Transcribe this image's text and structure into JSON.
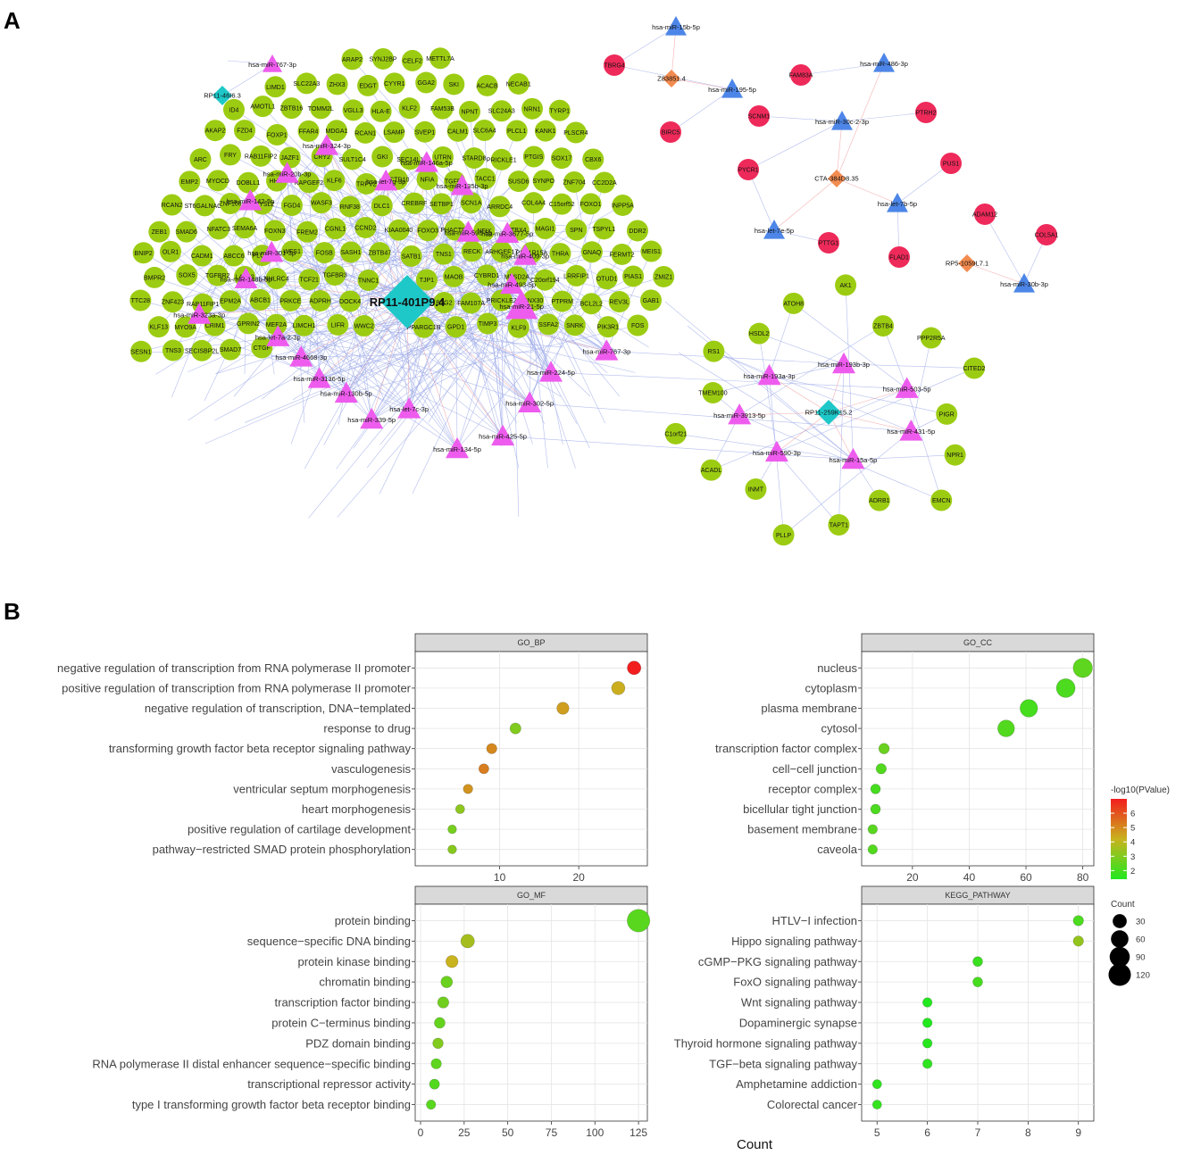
{
  "panel_a_label": "A",
  "panel_b_label": "B",
  "network": {
    "hubs": [
      {
        "id": "RP11-401P9.4",
        "label": "RP11-401P9.4"
      },
      {
        "id": "RP11-259K15.2",
        "label": "RP11-259K15.2"
      },
      {
        "id": "RP11-46I6.3",
        "label": "RP11-46I6.3"
      },
      {
        "id": "Z83851.4",
        "label": "Z83851.4"
      },
      {
        "id": "CTA-384D8.35",
        "label": "CTA-384D8.35"
      },
      {
        "id": "RP5-1059L7.1",
        "label": "RP5-1059L7.1"
      }
    ],
    "mirnas_main": [
      "hsa-miR-767-3p",
      "hsa-miR-224-5p",
      "hsa-miR-302-5p",
      "hsa-miR-425-5p",
      "hsa-miR-134-5p",
      "hsa-let-7c-3p",
      "hsa-miR-339-5p",
      "hsa-miR-130b-5p",
      "hsa-miR-3136-5p",
      "hsa-miR-4668-3p",
      "hsa-let-7a-2-3p",
      "hsa-miR-323a-3p",
      "hsa-miR-148b-5p",
      "hsa-miR-301-3p",
      "hsa-miR-142-5p",
      "hsa-miR-20b-3p",
      "hsa-miR-324-3p",
      "hsa-let-7g-3p",
      "hsa-miR-146a-5p",
      "hsa-miR-135b-3p",
      "hsa-miR-590-5p",
      "hsa-miR-3677-5p",
      "hsa-miR-409-3p",
      "hsa-miR-493-5p",
      "hsa-miR-21-5p"
    ],
    "mirnas_second": [
      "hsa-miR-193b-3p",
      "hsa-miR-503-5p",
      "hsa-miR-431-5p",
      "hsa-miR-15a-5p",
      "hsa-miR-590-3p",
      "hsa-miR-3913-5p",
      "hsa-miR-193a-3p"
    ],
    "mirnas_small": [
      "hsa-miR-15b-5p",
      "hsa-miR-195-5p",
      "hsa-miR-486-3p",
      "hsa-miR-30c-2-3p",
      "hsa-let-7b-5p",
      "hsa-let-7e-5p",
      "hsa-miR-30b-3p"
    ],
    "genes_small": [
      "TBRG4",
      "BIRC5",
      "FAM83A",
      "SCNM1",
      "PTRH2",
      "PUS1",
      "PYCR1",
      "PTTG1",
      "FLAD1",
      "ADAM12",
      "COL5A1"
    ],
    "genes_main": [
      "ARAP2",
      "SYNJ2BP",
      "CELF2",
      "METTL7A",
      "LIMD1",
      "SLC22A3",
      "ZHX3",
      "EDGT",
      "CYYR1",
      "GGA2",
      "SKI",
      "ACACB",
      "NECAB1",
      "ID4",
      "AMOTL1",
      "ZBTB16",
      "TOMM2L",
      "VGLL3",
      "HLA-E",
      "KLF2",
      "FAM53B",
      "NPNT",
      "SLC24A3",
      "NRN1",
      "TYRP1",
      "AKAP2",
      "FZD4",
      "FOXP1",
      "FFAR4",
      "MDGA1",
      "RCAN1",
      "LSAMP",
      "SVEP1",
      "CALM1",
      "SLC6A4",
      "PLCL1",
      "KANK1",
      "PLSCR4",
      "ARC",
      "FRY",
      "RAB11FIP2",
      "JAZF1",
      "CRY2",
      "SULT1C4",
      "GKI",
      "SEC14L1",
      "UTRN",
      "STARD8",
      "PRICKLE1",
      "PTGIS",
      "SOX17",
      "CBX6",
      "EMP2",
      "MYOCD",
      "DOBLL1",
      "HHIP",
      "RAPGEF2",
      "KLF6",
      "TRPV2",
      "KCTD10",
      "NFIA",
      "TGFB2",
      "TACC1",
      "SUSD6",
      "SYNPO",
      "ZNF704",
      "CC2D2A",
      "RCAN2",
      "ST6GALNAC3",
      "ZNF106",
      "DPYSL2",
      "FGD4",
      "WASF3",
      "RNF38",
      "DLC1",
      "CREBRF",
      "SETBP1",
      "SCN1A",
      "ARRDC4",
      "COL4A4",
      "C15orf52",
      "FOXO1",
      "INPP5A",
      "ZEB1",
      "SMAD6",
      "NFATC3",
      "SEMA6A",
      "FOXN3",
      "FREM2",
      "CGNL1",
      "CCND2",
      "KIAA0040",
      "FOXO3",
      "PHACTR2",
      "NFIX",
      "TBX4",
      "MAGI1",
      "SPN",
      "TSPYL1",
      "DDR2",
      "BNIP2",
      "OLR1",
      "CADM1",
      "ABCC6",
      "PLCE1",
      "WFS1",
      "FOSB",
      "SASH1",
      "ZBTB47",
      "SATB1",
      "TNS1",
      "RECK",
      "ARHGEF17",
      "PPP1R15A",
      "THRA",
      "GNAQ",
      "FERMT2",
      "MEIS1",
      "BMPR2",
      "SOX5",
      "TGFBR2",
      "LATS2",
      "NHLRC4",
      "TCF21",
      "TGFBR3",
      "TNNC1",
      "TJP1",
      "MAOB",
      "CYBRD1",
      "MFSD2A",
      "C20orf194",
      "LRRFIP1",
      "OTUD1",
      "PIAS1",
      "ZMIZ1",
      "TTC28",
      "ZNF423",
      "RAB11FIP1",
      "EPM2A",
      "ABCB1",
      "PRKCE",
      "ADPRH",
      "DOCK4",
      "BTG2",
      "FAM107A",
      "PRICKLE2",
      "SNX30",
      "PTPRM",
      "BCL2L2",
      "REV3L",
      "GAB1",
      "KLF13",
      "MYO9A",
      "CRIM1",
      "GPRIN2",
      "MEF2A",
      "LIMCH1",
      "LIFR",
      "WWC2",
      "PPARGC1B",
      "GPD1",
      "TIMP3",
      "KLF9",
      "SSFA2",
      "SNRK",
      "PIK3R1",
      "FOS",
      "SESN1",
      "TNS3",
      "SECISBP2L",
      "SMAD7",
      "CTGF"
    ],
    "genes_second": [
      "HSDL2",
      "ATOH8",
      "AK1",
      "ZBTB4",
      "PPP2R5A",
      "CITED2",
      "PIGR",
      "NPR1",
      "EMCN",
      "ADRB1",
      "TAPT1",
      "PLLP",
      "INMT",
      "ACADL",
      "C1orf21",
      "TMEM100",
      "RS1"
    ]
  },
  "colors": {
    "lncrna": "#1ec8c8",
    "lncrna_small": "#f28b4f",
    "mirna_main": "#ee5cee",
    "mirna_small": "#4d86e8",
    "gene_main": "#9ccc12",
    "gene_small": "#ee2a5a",
    "edge": "#9aa8e8",
    "edge_red": "#f29a9a",
    "grid_major": "#e4e4e4",
    "strip_fill": "#d9d9d9",
    "low": "#22e81e",
    "mid": "#c9b31e",
    "high": "#f21e1e"
  },
  "chart_data": [
    {
      "type": "scatter",
      "title": "GO_BP",
      "xlabel": "Count",
      "xlim": [
        0,
        28
      ],
      "xticks": [
        10,
        20
      ],
      "categories": [
        "negative regulation of transcription from RNA polymerase II promoter",
        "positive regulation of transcription from RNA polymerase II promoter",
        "negative regulation of transcription, DNA−templated",
        "response to drug",
        "transforming growth factor beta receptor signaling pathway",
        "vasculogenesis",
        "ventricular septum morphogenesis",
        "heart morphogenesis",
        "positive regulation of cartilage development",
        "pathway−restricted SMAD protein phosphorylation"
      ],
      "count": [
        27,
        25,
        18,
        12,
        9,
        8,
        6,
        5,
        4,
        4
      ],
      "neglog10p": [
        7.0,
        4.3,
        4.6,
        3.0,
        5.0,
        5.2,
        4.8,
        3.2,
        2.8,
        3.1
      ]
    },
    {
      "type": "scatter",
      "title": "GO_CC",
      "xlabel": "Count",
      "xlim": [
        4,
        82
      ],
      "xticks": [
        20,
        40,
        60,
        80
      ],
      "categories": [
        "nucleus",
        "cytoplasm",
        "plasma membrane",
        "cytosol",
        "transcription factor complex",
        "cell−cell junction",
        "receptor complex",
        "bicellular tight junction",
        "basement membrane",
        "caveola"
      ],
      "count": [
        80,
        74,
        61,
        53,
        10,
        9,
        7,
        7,
        6,
        6
      ],
      "neglog10p": [
        2.4,
        2.1,
        2.0,
        2.2,
        2.6,
        2.2,
        2.0,
        2.1,
        2.3,
        2.2
      ]
    },
    {
      "type": "scatter",
      "title": "GO_MF",
      "xlabel": "Count",
      "xlim": [
        0,
        127
      ],
      "xticks": [
        0,
        25,
        50,
        75,
        100,
        125
      ],
      "categories": [
        "protein binding",
        "sequence−specific DNA binding",
        "protein kinase binding",
        "chromatin binding",
        "transcription factor binding",
        "protein C−terminus binding",
        "PDZ domain binding",
        "RNA polymerase II distal enhancer sequence−specific binding",
        "transcriptional repressor activity",
        "type I transforming growth factor beta receptor binding"
      ],
      "count": [
        125,
        27,
        18,
        15,
        13,
        11,
        10,
        9,
        8,
        6
      ],
      "neglog10p": [
        2.3,
        3.6,
        4.2,
        2.6,
        2.7,
        2.5,
        3.0,
        2.4,
        2.2,
        2.3
      ]
    },
    {
      "type": "scatter",
      "title": "KEGG_PATHWAY",
      "xlabel": "Count",
      "xlim": [
        4.8,
        9.2
      ],
      "xticks": [
        5,
        6,
        7,
        8,
        9
      ],
      "categories": [
        "HTLV−I infection",
        "Hippo signaling pathway",
        "cGMP−PKG signaling pathway",
        "FoxO signaling pathway",
        "Wnt signaling pathway",
        "Dopaminergic synapse",
        "Thyroid hormone signaling pathway",
        "TGF−beta signaling pathway",
        "Amphetamine addiction",
        "Colorectal cancer"
      ],
      "count": [
        9,
        9,
        7,
        7,
        6,
        6,
        6,
        6,
        5,
        5
      ],
      "neglog10p": [
        2.1,
        3.3,
        1.8,
        2.0,
        1.4,
        1.4,
        1.5,
        1.6,
        1.6,
        1.7
      ]
    }
  ],
  "legend": {
    "color_title": "-log10(PValue)",
    "color_ticks": [
      2,
      3,
      4,
      5,
      6
    ],
    "size_title": "Count",
    "size_values": [
      30,
      60,
      90,
      120
    ]
  },
  "shared_xlabel": "Count"
}
